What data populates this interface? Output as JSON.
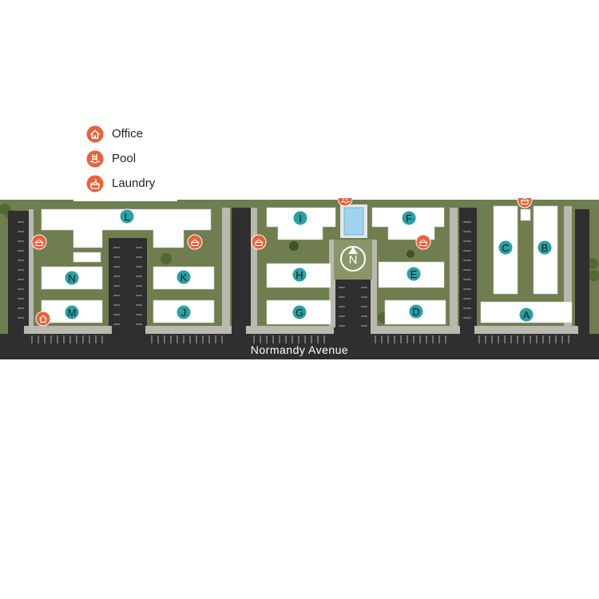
{
  "legend": {
    "items": [
      {
        "label": "Office",
        "icon": "office-icon"
      },
      {
        "label": "Pool",
        "icon": "pool-icon"
      },
      {
        "label": "Laundry",
        "icon": "laundry-icon"
      }
    ]
  },
  "map": {
    "street_name": "Normandy Avenue",
    "north_label": "N",
    "buildings": [
      "A",
      "B",
      "C",
      "D",
      "E",
      "F",
      "G",
      "H",
      "I",
      "J",
      "K",
      "L",
      "M",
      "N"
    ]
  },
  "colors": {
    "grass": "#6f7d4f",
    "road": "#2f2f2f",
    "building": "#ffffff",
    "badge": "#2aa0a4",
    "amenity": "#e8623a",
    "pool_water": "#9fd3f0"
  }
}
